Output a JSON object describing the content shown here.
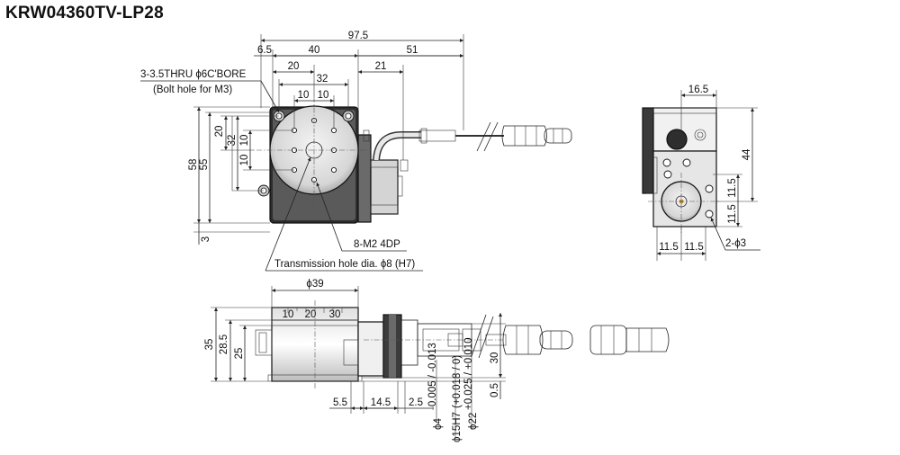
{
  "title": "KRW04360TV-LP28",
  "colors": {
    "line": "#222222",
    "body_dark": "#3a3a3a",
    "body_mid": "#8a8a8a",
    "body_light": "#d9d9d9"
  },
  "top_view": {
    "dims": {
      "overall_length": "97.5",
      "offset_left": "6.5",
      "width_40": "40",
      "length_51": "51",
      "width_20": "20",
      "dist_21": "21",
      "hole_32": "32",
      "hole_10a": "10",
      "hole_10b": "10",
      "height_58": "58",
      "height_55": "55",
      "v_20": "20",
      "v_32": "32",
      "v_10a": "10",
      "v_10b": "10",
      "bottom_3": "3"
    },
    "notes": {
      "bolt_line1": "3-3.5THRU ϕ6C'BORE",
      "bolt_line2": "(Bolt hole for M3)",
      "tapped": "8-M2 4DP",
      "transmission": "Transmission hole dia. ϕ8 (H7)"
    }
  },
  "side_view": {
    "dims": {
      "w_16_5": "16.5",
      "h_44": "44",
      "v_11_5a": "11.5",
      "v_11_5b": "11.5",
      "h_11_5a": "11.5",
      "h_11_5b": "11.5",
      "pin_holes": "2-ϕ3"
    }
  },
  "front_view": {
    "dims": {
      "dia_39": "ϕ39",
      "h_35": "35",
      "h_28_5": "28.5",
      "h_25": "25",
      "h_30": "30",
      "h_0_5": "0.5",
      "l_5_5": "5.5",
      "l_14_5": "14.5",
      "l_2_5": "2.5",
      "dia_4": "ϕ4",
      "dia_4_tol": "-0.005 / -0.013",
      "dia_15": "ϕ15H7",
      "dia_15_tol": "(+0.018 / 0)",
      "dia_22": "ϕ22",
      "dia_22_tol": "+0.025 / +0.010"
    },
    "scale_labels": {
      "s1": "10",
      "s2": "20",
      "s3": "30"
    }
  }
}
